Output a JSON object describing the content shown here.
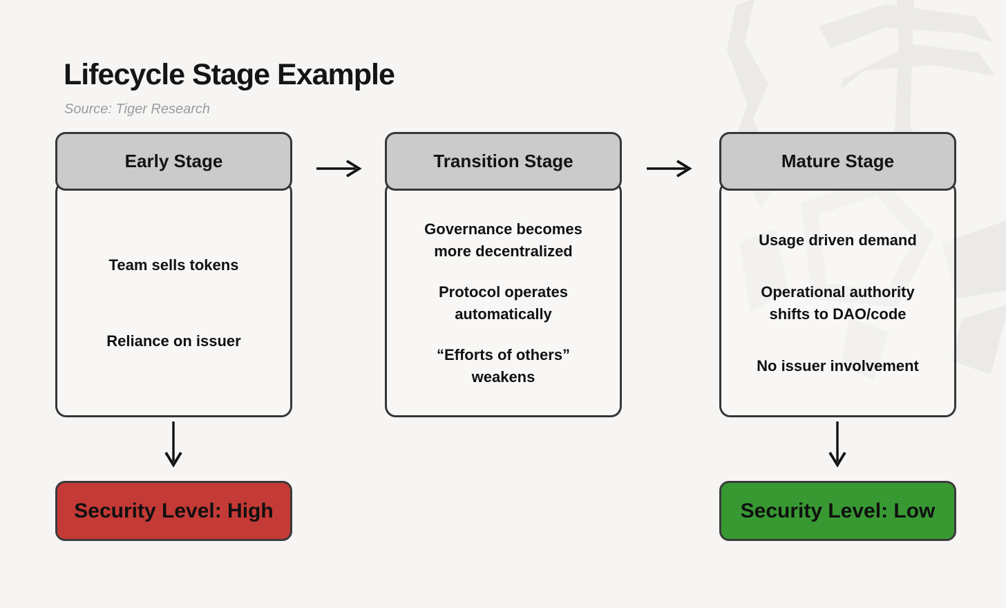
{
  "header": {
    "title": "Lifecycle Stage Example",
    "source": "Source: Tiger Research"
  },
  "stages": [
    {
      "label": "Early Stage",
      "items": [
        "Team sells tokens",
        "Reliance on issuer"
      ]
    },
    {
      "label": "Transition Stage",
      "items": [
        "Governance becomes more decentralized",
        "Protocol operates automatically",
        "“Efforts of others” weakens"
      ]
    },
    {
      "label": "Mature Stage",
      "items": [
        "Usage driven demand",
        "Operational authority shifts to DAO/code",
        "No issuer involvement"
      ]
    }
  ],
  "security": {
    "high": {
      "label": "Security Level: High",
      "color": "#c43a36"
    },
    "low": {
      "label": "Security Level: Low",
      "color": "#389933"
    }
  },
  "icons": {
    "right_arrow": "arrow-right",
    "down_arrow": "arrow-down",
    "watermark": "tiger-research-logo"
  },
  "colors": {
    "background": "#f6f5f3",
    "card_header": "#cbcbcb",
    "card_body": "#faf9f8",
    "border": "#363636",
    "arrow": "#111111",
    "title_text": "#151515",
    "source_text": "#9c9c9c",
    "security_high": "#c43a36",
    "security_low": "#389933",
    "watermark": "#ebeae8"
  }
}
